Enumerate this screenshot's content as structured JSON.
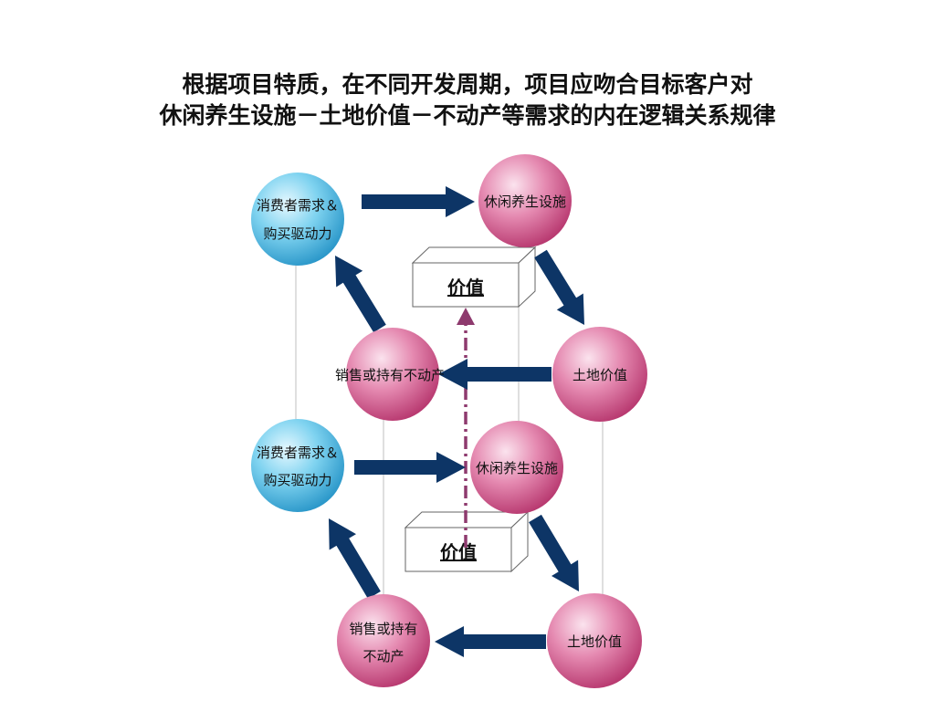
{
  "title": {
    "line1": "根据项目特质，在不同开发周期，项目应吻合目标客户对",
    "line2": "休闲养生设施－土地价值－不动产等需求的内在逻辑关系规律"
  },
  "colors": {
    "arrow": "#0d3566",
    "dashed_arrow": "#8e3a6e",
    "blue_node": "#39b3dd",
    "pink_node": "#c7437b",
    "connector": "#bfbfbf"
  },
  "cycle_top": {
    "demand": [
      "消费者需求＆",
      "购买驱动力"
    ],
    "facility": [
      "休闲养生设施"
    ],
    "land": [
      "土地价值"
    ],
    "property": [
      "销售或持有不动产"
    ],
    "value_box": "价值"
  },
  "cycle_bottom": {
    "demand": [
      "消费者需求＆",
      "购买驱动力"
    ],
    "facility": [
      "休闲养生设施"
    ],
    "land": [
      "土地价值"
    ],
    "property": [
      "销售或持有",
      "不动产"
    ],
    "value_box": "价值"
  }
}
